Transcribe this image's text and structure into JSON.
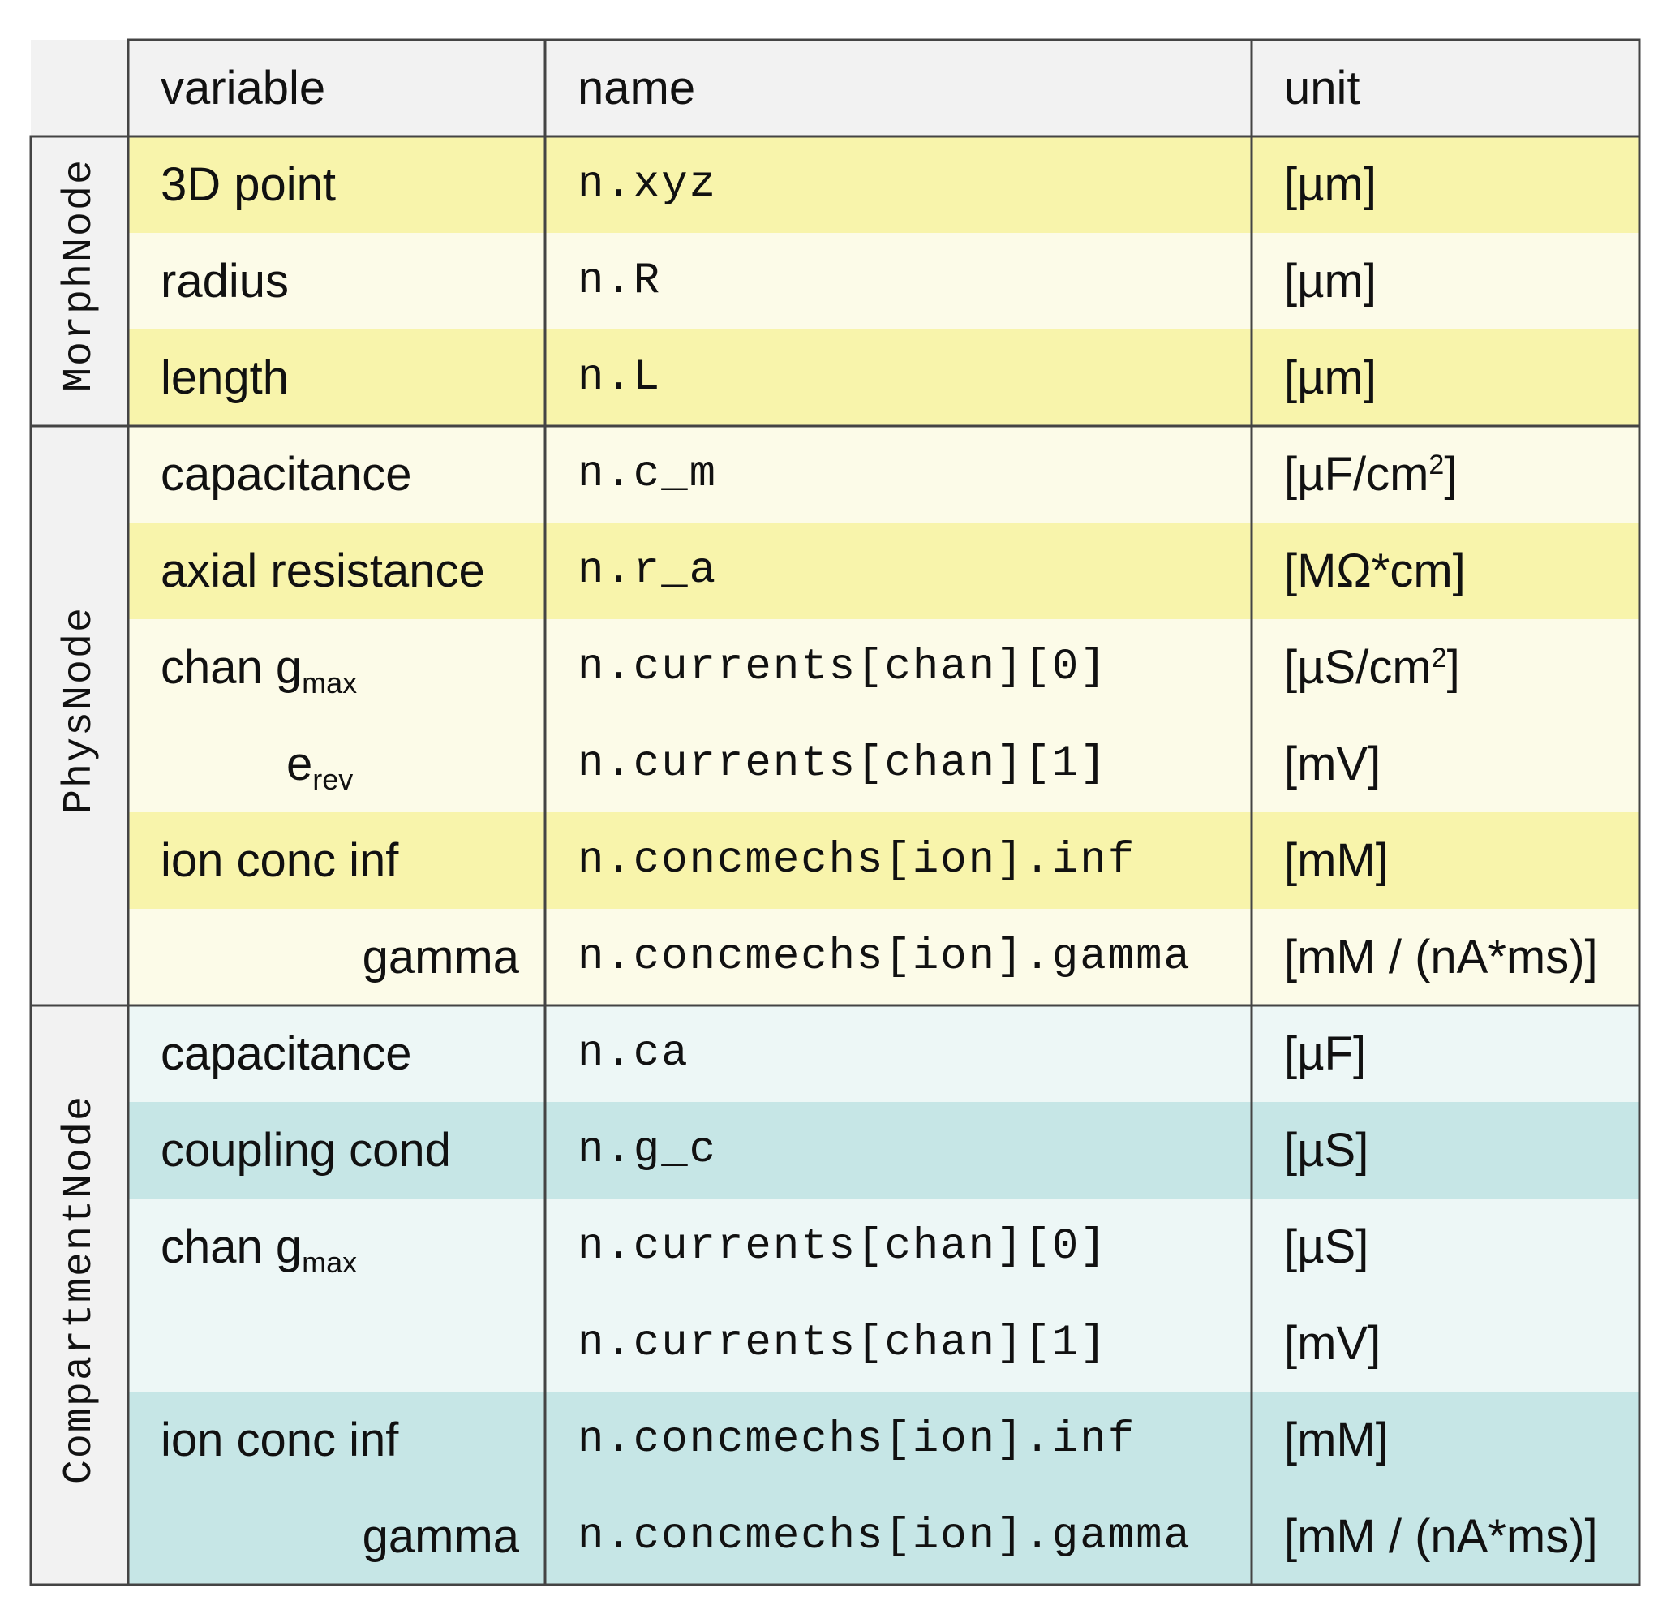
{
  "header": {
    "variable": "variable",
    "name": "name",
    "unit": "unit"
  },
  "groups": {
    "morph": "MorphNode",
    "phys": "PhysNode",
    "compartment": "CompartmentNode"
  },
  "colors": {
    "yellow_dark": "#f8f4ab",
    "yellow_light": "#fcfbe8",
    "teal_light": "#edf7f6",
    "teal_dark": "#c6e6e6",
    "header_gray": "#f2f2f2",
    "border": "#444444"
  },
  "rows": {
    "morph": [
      {
        "variable": "3D point",
        "name": "n.xyz",
        "unit": "[µm]"
      },
      {
        "variable": "radius",
        "name": "n.R",
        "unit": "[µm]"
      },
      {
        "variable": "length",
        "name": "n.L",
        "unit": "[µm]"
      }
    ],
    "phys": [
      {
        "variable": "capacitance",
        "name": "n.c_m",
        "unit_main": "[µF/cm",
        "unit_sup": "2",
        "unit_end": "]"
      },
      {
        "variable": "axial resistance",
        "name": "n.r_a",
        "unit": "[MΩ*cm]"
      },
      {
        "variable_main": "chan g",
        "variable_sub": "max",
        "name": "n.currents[chan][0]",
        "unit_main": "[µS/cm",
        "unit_sup": "2",
        "unit_end": "]"
      },
      {
        "variable_main": "e",
        "variable_sub": "rev",
        "name": "n.currents[chan][1]",
        "unit": "[mV]"
      },
      {
        "variable": "ion conc inf",
        "name": "n.concmechs[ion].inf",
        "unit": "[mM]"
      },
      {
        "variable": "gamma",
        "name": "n.concmechs[ion].gamma",
        "unit": "[mM / (nA*ms)]"
      }
    ],
    "compartment": [
      {
        "variable": "capacitance",
        "name": "n.ca",
        "unit": "[µF]"
      },
      {
        "variable": "coupling cond",
        "name": "n.g_c",
        "unit": "[µS]"
      },
      {
        "variable_main": "chan g",
        "variable_sub": "max",
        "name": "n.currents[chan][0]",
        "unit": "[µS]"
      },
      {
        "variable": "",
        "name": "n.currents[chan][1]",
        "unit": "[mV]"
      },
      {
        "variable": "ion conc inf",
        "name": "n.concmechs[ion].inf",
        "unit": "[mM]"
      },
      {
        "variable": "gamma",
        "name": "n.concmechs[ion].gamma",
        "unit": "[mM / (nA*ms)]"
      }
    ]
  }
}
